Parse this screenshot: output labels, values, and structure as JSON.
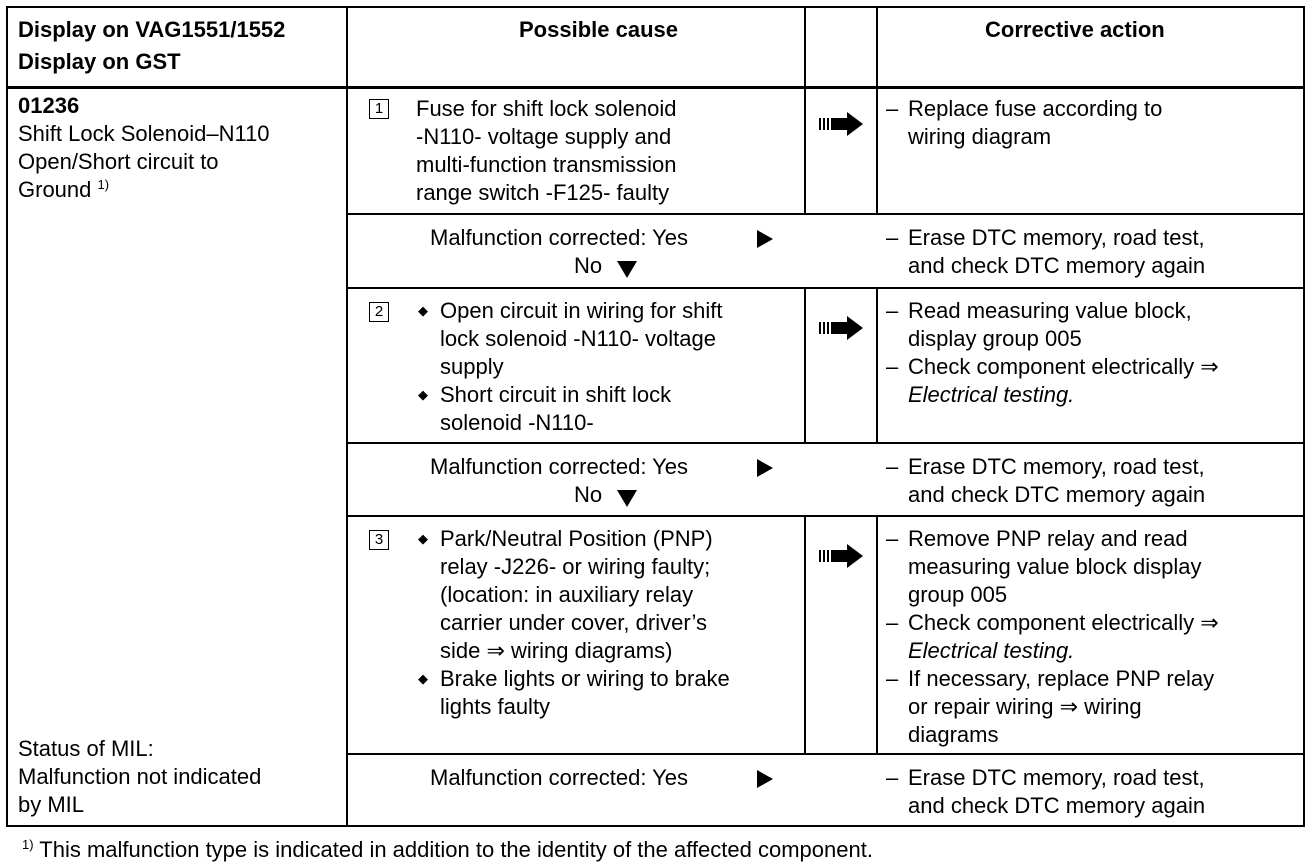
{
  "header": {
    "col1_line1": "Display on VAG1551/1552",
    "col1_line2": "Display on GST",
    "col2": "Possible cause",
    "col4": "Corrective action"
  },
  "dtc": {
    "code": "01236",
    "line1": "Shift Lock Solenoid–N110",
    "line2": "Open/Short circuit to",
    "line3": "Ground",
    "footnote_ref": "1)",
    "status_line1": "Status of MIL:",
    "status_line2": "Malfunction not indicated",
    "status_line3": "by MIL"
  },
  "steps": [
    {
      "number": "1",
      "cause_lines": [
        "Fuse for shift lock solenoid",
        "-N110- voltage supply and",
        "multi-function transmission",
        "range switch -F125- faulty"
      ],
      "action_lines": [
        "Replace fuse according to",
        "wiring diagram"
      ]
    },
    {
      "number": "2",
      "cause_bullet1": [
        "Open circuit in wiring for shift",
        "lock solenoid -N110- voltage",
        "supply"
      ],
      "cause_bullet2": [
        "Short circuit in shift lock",
        "solenoid -N110-"
      ],
      "action1": [
        "Read measuring value block,",
        "display group 005"
      ],
      "action2_line1": "Check component electrically ⇒",
      "action2_line2": "Electrical testing."
    },
    {
      "number": "3",
      "cause_bullet1": [
        "Park/Neutral Position (PNP)",
        "relay -J226- or wiring faulty;",
        "(location:  in auxiliary relay",
        "carrier under cover, driver’s",
        "side ⇒ wiring diagrams)"
      ],
      "cause_bullet2": [
        "Brake lights or wiring to brake",
        "lights faulty"
      ],
      "action1": [
        "Remove PNP relay and read",
        "measuring value block display",
        "group 005"
      ],
      "action2_line1": "Check component electrically ⇒",
      "action2_line2": "Electrical testing.",
      "action3": [
        "If necessary, replace PNP relay",
        "or repair wiring ⇒ wiring",
        "diagrams"
      ]
    }
  ],
  "corrected": {
    "label": "Malfunction corrected:  Yes",
    "no": "No",
    "action_line1": "Erase DTC memory, road test,",
    "action_line2": "and check DTC memory again"
  },
  "dash": "–",
  "footnote": {
    "marker": "1)",
    "text": "This malfunction type is indicated in addition to the identity of the affected component."
  }
}
